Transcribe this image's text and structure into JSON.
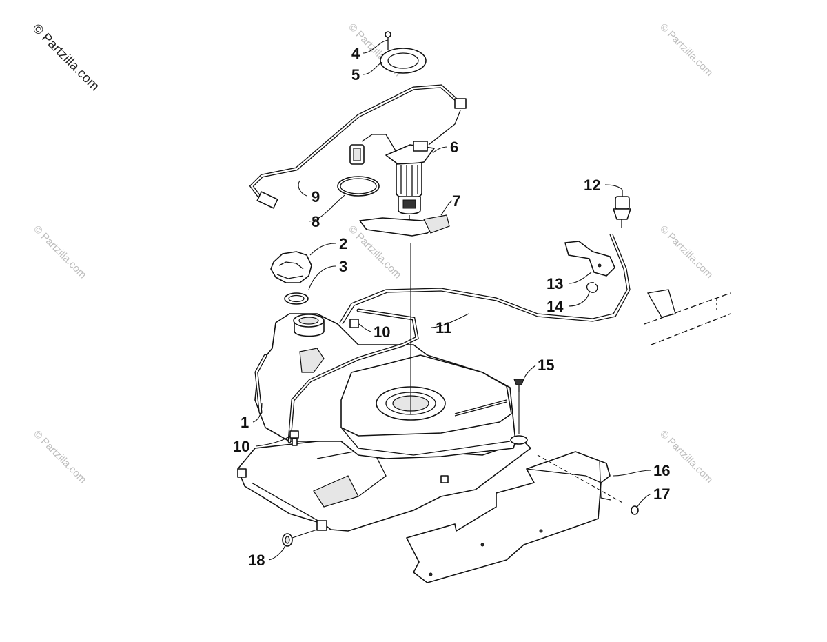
{
  "watermark": {
    "corner_text": "© Partzilla.com",
    "tile_text": "© Partzilla.com"
  },
  "callouts": {
    "c1": "1",
    "c2": "2",
    "c3": "3",
    "c4": "4",
    "c5": "5",
    "c6": "6",
    "c7": "7",
    "c8": "8",
    "c9": "9",
    "c10a": "10",
    "c10b": "10",
    "c11": "11",
    "c12": "12",
    "c13": "13",
    "c14": "14",
    "c15": "15",
    "c16": "16",
    "c17": "17",
    "c18": "18"
  }
}
